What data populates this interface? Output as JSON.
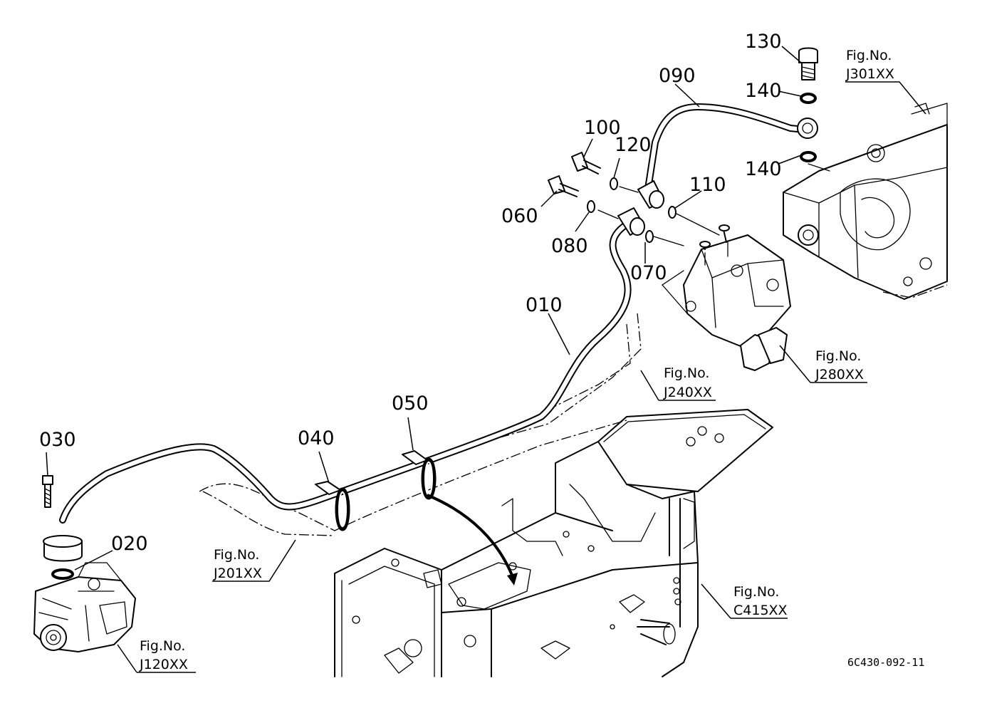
{
  "parts": {
    "p010": "010",
    "p020": "020",
    "p030": "030",
    "p040": "040",
    "p050": "050",
    "p060": "060",
    "p070": "070",
    "p080": "080",
    "p090": "090",
    "p100": "100",
    "p110": "110",
    "p120": "120",
    "p130": "130",
    "p140a": "140",
    "p140b": "140"
  },
  "figure_refs": {
    "prefix": "Fig.No.",
    "j301": "J301XX",
    "j280": "J280XX",
    "j240": "J240XX",
    "j201": "J201XX",
    "j120": "J120XX",
    "c415": "C415XX"
  },
  "drawing_code": "6C430-092-11"
}
